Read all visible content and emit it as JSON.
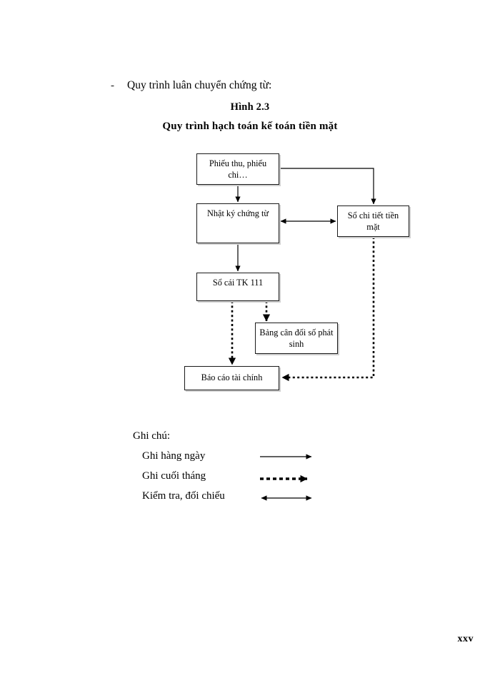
{
  "document": {
    "heading_bullet": "-",
    "heading": "Quy trình luân chuyển chứng từ:",
    "figure_number": "Hình 2.3",
    "figure_title": "Quy trình hạch toán kế toán tiền mặt",
    "page_number": "xxv"
  },
  "flowchart": {
    "nodes": [
      {
        "id": "phieu",
        "label": "Phiếu thu, phiếu chi…"
      },
      {
        "id": "nhatky",
        "label": "Nhật ký chứng từ"
      },
      {
        "id": "sochi",
        "label": "Sổ chi tiết tiền mặt"
      },
      {
        "id": "socai",
        "label": "Sổ cái TK 111"
      },
      {
        "id": "bangcd",
        "label": "Bảng cân đối số phát sinh"
      },
      {
        "id": "baocao",
        "label": "Báo cáo tài chính"
      }
    ],
    "edges": [
      {
        "from": "phieu",
        "to": "nhatky",
        "style": "solid",
        "arrow": "single"
      },
      {
        "from": "phieu",
        "to": "sochi",
        "style": "solid",
        "arrow": "single"
      },
      {
        "from": "nhatky",
        "to": "sochi",
        "style": "solid",
        "arrow": "double"
      },
      {
        "from": "nhatky",
        "to": "socai",
        "style": "solid",
        "arrow": "single"
      },
      {
        "from": "socai",
        "to": "bangcd",
        "style": "dashed",
        "arrow": "single"
      },
      {
        "from": "socai",
        "to": "baocao",
        "style": "dashed",
        "arrow": "single"
      },
      {
        "from": "sochi",
        "to": "baocao",
        "style": "dashed",
        "arrow": "single"
      }
    ]
  },
  "legend": {
    "title": "Ghi chú:",
    "items": [
      {
        "label": "Ghi hàng ngày",
        "marker": "solid-arrow"
      },
      {
        "label": "Ghi cuối tháng",
        "marker": "dashed-arrow"
      },
      {
        "label": "Kiểm tra, đối chiếu",
        "marker": "double-arrow"
      }
    ]
  },
  "colors": {
    "ink": "#000000",
    "paper": "#ffffff",
    "box_border": "#1a1a1a",
    "box_shadow": "#cfcfcf"
  }
}
